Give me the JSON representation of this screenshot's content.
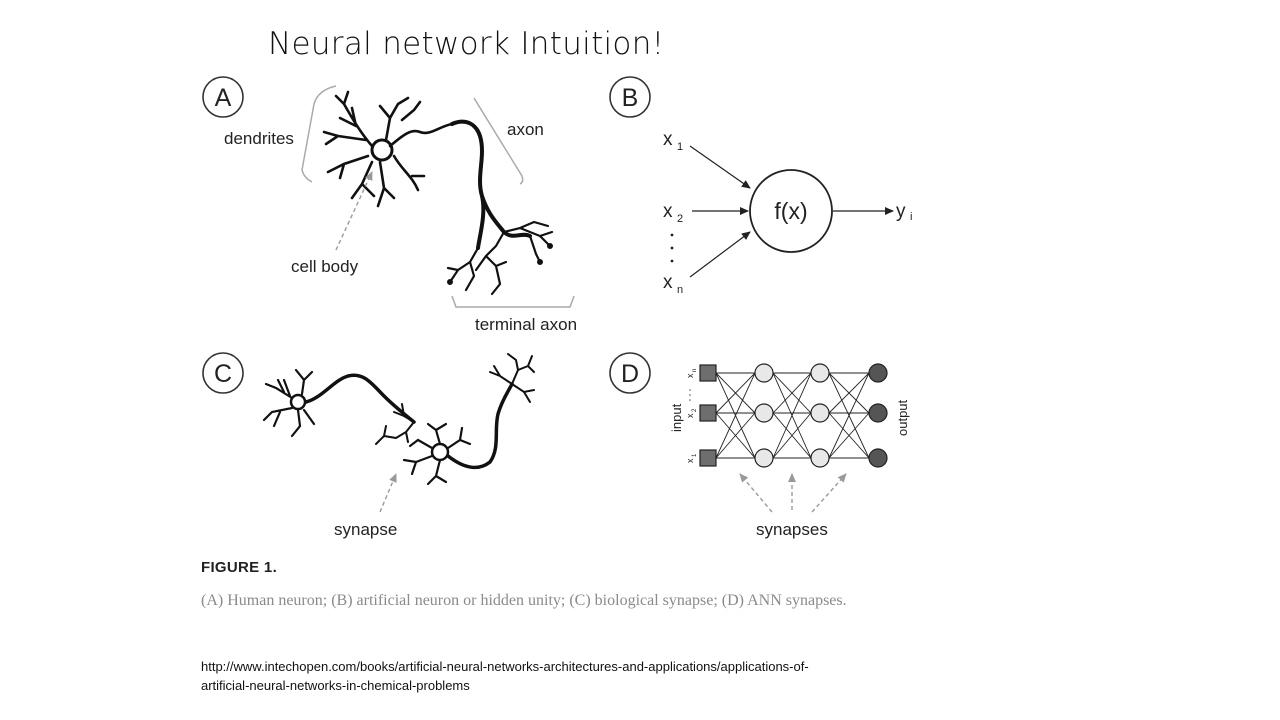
{
  "slide": {
    "title": "Neural network Intuition!"
  },
  "figure": {
    "panels": {
      "a": {
        "letter": "A",
        "labels": {
          "dendrites": "dendrites",
          "axon": "axon",
          "cell_body": "cell body",
          "terminal_axon": "terminal axon"
        }
      },
      "b": {
        "letter": "B",
        "inputs": [
          "x",
          "x",
          "x"
        ],
        "input_subscripts": [
          "1",
          "2",
          "n"
        ],
        "function": "f(x)",
        "output": "y",
        "output_subscript": "i"
      },
      "c": {
        "letter": "C",
        "labels": {
          "synapse": "synapse"
        }
      },
      "d": {
        "letter": "D",
        "labels": {
          "synapses": "synapses",
          "input": "input",
          "output": "output"
        },
        "input_names": [
          "x",
          "x",
          "x"
        ],
        "input_subscripts": [
          "n",
          "2",
          "1"
        ]
      }
    },
    "caption_title": "FIGURE 1.",
    "caption": "(A) Human neuron; (B) artificial neuron or hidden unity; (C) biological synapse; (D) ANN synapses."
  },
  "source": {
    "line1": "http://www.intechopen.com/books/artificial-neural-networks-architectures-and-applications/applications-of-",
    "line2": "artificial-neural-networks-in-chemical-problems"
  }
}
